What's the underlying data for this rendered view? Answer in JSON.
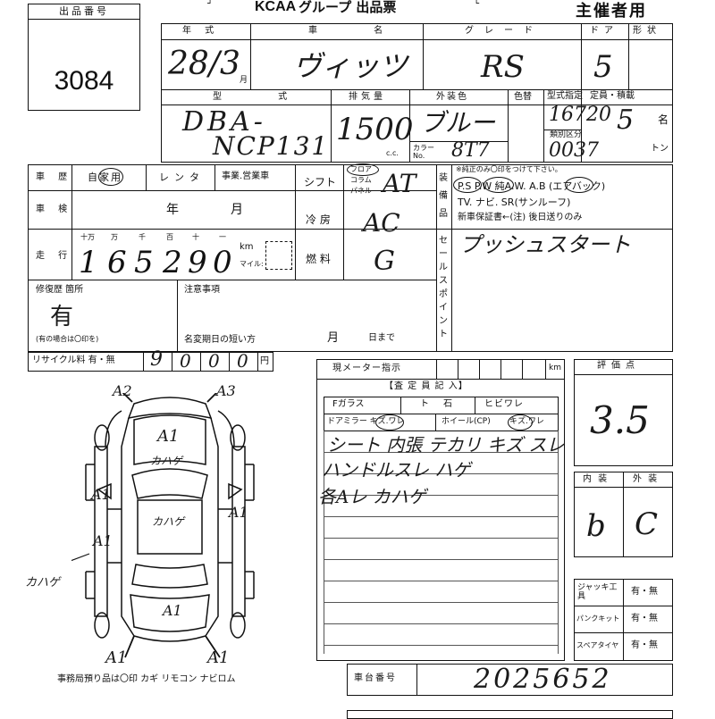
{
  "header": {
    "lot_label": "出品番号",
    "lot_number": "3084",
    "title_logo": "KCAA",
    "title_text": "グループ 出品票",
    "organizer": "主催者用"
  },
  "vehicle": {
    "year_label": "年 式",
    "year_value": "28/3",
    "month_unit": "月",
    "name_label": "車 名",
    "name_value": "ヴィッツ",
    "grade_label": "グレード",
    "grade_value": "RS",
    "door_label": "ドア",
    "door_value": "5",
    "shape_label": "形状",
    "model_label": "型 式",
    "model_value_line1": "DBA-",
    "model_value_line2": "NCP131",
    "displacement_label": "排気量",
    "displacement_value": "1500",
    "cc_unit": "c.c.",
    "exterior_label": "外装色",
    "exterior_value": "ブルー",
    "color_no_label": "色替",
    "color_code_label": "カラーNo.",
    "color_code_value": "8T7",
    "type_spec_label": "型式指定",
    "type_spec_value": "16720",
    "category_label": "類別区分",
    "category_value": "0037",
    "capacity_label": "定員・積載",
    "capacity_value": "5",
    "capacity_unit": "名",
    "ton_unit": "トン"
  },
  "history": {
    "label": "車 歴",
    "options": [
      "自家用",
      "レンタ",
      "事業.営業車"
    ],
    "selected": "自家用"
  },
  "shift": {
    "label": "シフト",
    "options": [
      "フロア",
      "コラム",
      "パネル"
    ],
    "value": "AT"
  },
  "equipment": {
    "label": "装備品",
    "note": "※純正のみ〇印をつけて下さい。",
    "line1": "P.S  P.W  純A.W.  A.B (エアバック)",
    "line2": "TV. ナビ. SR(サンルーフ)",
    "line3": "新車保証書←(注) 後日送りのみ",
    "circled": [
      "P.S",
      "P.W",
      "A.B"
    ]
  },
  "inspection": {
    "label": "車 検",
    "year_unit": "年",
    "month_unit": "月"
  },
  "aircon": {
    "label": "冷 房",
    "value": "AC"
  },
  "fuel": {
    "label": "燃 料",
    "value": "G"
  },
  "mileage": {
    "label": "走 行",
    "unit_headers": [
      "十万",
      "万",
      "千",
      "百",
      "十",
      "一"
    ],
    "digits": [
      "1",
      "6",
      "5",
      "2",
      "9",
      "0"
    ],
    "km_unit": "km",
    "mile_unit": "マイル:"
  },
  "sales_point": {
    "label": "セールスポイント",
    "value": "プッシュスタート"
  },
  "repair": {
    "label": "修復歴 箇所",
    "value": "有",
    "note": "(有の場合は〇印を)"
  },
  "notes": {
    "label": "注意事項",
    "short_expiry": "名変期日の短い方",
    "month_unit": "月",
    "day_until": "日まで"
  },
  "recycle": {
    "label": "リサイクル料 有・無",
    "digits": [
      "9",
      "0",
      "0",
      "0"
    ],
    "yen_unit": "円"
  },
  "meter": {
    "label": "現メーター指示",
    "km_unit": "km"
  },
  "inspector": {
    "title": "【査 定 員 記 入】",
    "row1": [
      "Fガラス",
      "ト",
      "石",
      "ヒビワレ"
    ],
    "row2": [
      "ドアミラー キズ.ワレ",
      "ホイール(CP)",
      "キズ.ワレ"
    ],
    "handwritten": [
      "シート 内張 テカリ キズ スレ",
      "ハンドルスレ ハゲ",
      "各Aレ カハゲ"
    ]
  },
  "rating": {
    "label": "評価点",
    "value": "3.5",
    "interior_label": "内 装",
    "interior_value": "b",
    "exterior_label": "外 装",
    "exterior_value": "C"
  },
  "tools": {
    "jack_label": "ジャッキ工 具",
    "jack_value": "有・無",
    "puncture_label": "パンクキット",
    "puncture_value": "有・無",
    "spare_label": "スペアタイヤ",
    "spare_value": "有・無"
  },
  "chassis": {
    "label": "車台番号",
    "value": "2025652"
  },
  "diagram": {
    "marks": [
      "A2",
      "A3",
      "A1",
      "カハゲ",
      "カハゲ",
      "A1",
      "A1",
      "A1",
      "カハゲ",
      "A1",
      "A1",
      "A1"
    ],
    "footer": "事務局預り品は〇印  カギ  リモコン  ナビロム"
  }
}
